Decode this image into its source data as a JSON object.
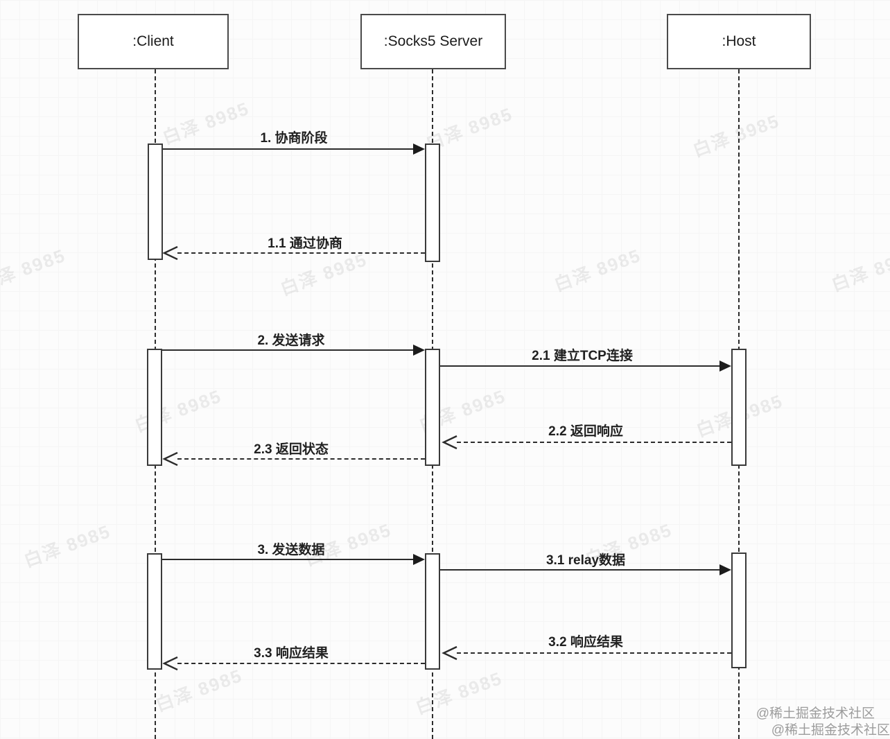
{
  "diagram": {
    "type": "uml-sequence-diagram",
    "topic": "SOCKS5 proxy flow",
    "actors": [
      {
        "label": ":Client"
      },
      {
        "label": ":Socks5 Server"
      },
      {
        "label": ":Host"
      }
    ],
    "messages": [
      {
        "label": "1. 协商阶段",
        "from": ":Client",
        "to": ":Socks5 Server",
        "style": "solid-sync"
      },
      {
        "label": "1.1 通过协商",
        "from": ":Socks5 Server",
        "to": ":Client",
        "style": "dashed-return"
      },
      {
        "label": "2. 发送请求",
        "from": ":Client",
        "to": ":Socks5 Server",
        "style": "solid-sync"
      },
      {
        "label": "2.1 建立TCP连接",
        "from": ":Socks5 Server",
        "to": ":Host",
        "style": "solid-sync"
      },
      {
        "label": "2.2 返回响应",
        "from": ":Host",
        "to": ":Socks5 Server",
        "style": "dashed-return"
      },
      {
        "label": "2.3 返回状态",
        "from": ":Socks5 Server",
        "to": ":Client",
        "style": "dashed-return"
      },
      {
        "label": "3. 发送数据",
        "from": ":Client",
        "to": ":Socks5 Server",
        "style": "solid-sync"
      },
      {
        "label": "3.1 relay数据",
        "from": ":Socks5 Server",
        "to": ":Host",
        "style": "solid-sync"
      },
      {
        "label": "3.2 响应结果",
        "from": ":Host",
        "to": ":Socks5 Server",
        "style": "dashed-return"
      },
      {
        "label": "3.3 响应结果",
        "from": ":Socks5 Server",
        "to": ":Client",
        "style": "dashed-return"
      }
    ],
    "watermark_text": "白泽 8985",
    "site_watermark": {
      "line1": "@稀土掘金技术社区",
      "line2": "@稀土掘金技术社区"
    }
  }
}
